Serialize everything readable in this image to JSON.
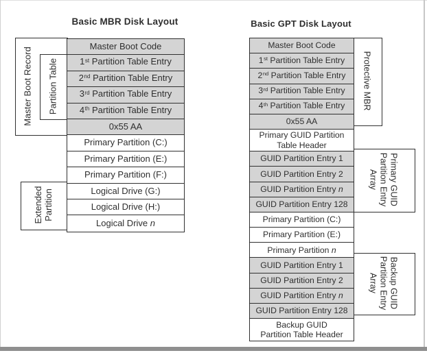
{
  "colors": {
    "row_gray": "#d4d4d4",
    "line": "#2f2f2f",
    "text": "#2e2e2e",
    "frame_bottom": "#8f8f8f",
    "frame_light": "#cfcfcf"
  },
  "mbr": {
    "title": "Basic MBR Disk Layout",
    "brackets": {
      "master_boot_record": "Master Boot Record",
      "partition_table": "Partition Table",
      "extended_partition_lines": [
        "Extended",
        "Partition"
      ]
    },
    "rows": [
      {
        "shade": "gray",
        "lines": [
          [
            {
              "t": "Master Boot Code"
            }
          ]
        ]
      },
      {
        "shade": "gray",
        "lines": [
          [
            {
              "t": "1"
            },
            {
              "t": "st",
              "sup": true
            },
            {
              "t": " Partition Table Entry"
            }
          ]
        ]
      },
      {
        "shade": "gray",
        "lines": [
          [
            {
              "t": "2"
            },
            {
              "t": "nd",
              "sup": true
            },
            {
              "t": " Partition Table Entry"
            }
          ]
        ]
      },
      {
        "shade": "gray",
        "lines": [
          [
            {
              "t": "3"
            },
            {
              "t": "rd",
              "sup": true
            },
            {
              "t": " Partition Table Entry"
            }
          ]
        ]
      },
      {
        "shade": "gray",
        "lines": [
          [
            {
              "t": "4"
            },
            {
              "t": "th",
              "sup": true
            },
            {
              "t": " Partition Table Entry"
            }
          ]
        ]
      },
      {
        "shade": "gray",
        "lines": [
          [
            {
              "t": "0x55 AA"
            }
          ]
        ]
      },
      {
        "shade": "white",
        "lines": [
          [
            {
              "t": "Primary Partition (C:)"
            }
          ]
        ]
      },
      {
        "shade": "white",
        "lines": [
          [
            {
              "t": "Primary Partition (E:)"
            }
          ]
        ]
      },
      {
        "shade": "white",
        "lines": [
          [
            {
              "t": "Primary Partition (F:)"
            }
          ]
        ]
      },
      {
        "shade": "white",
        "lines": [
          [
            {
              "t": "Logical Drive (G:)"
            }
          ]
        ]
      },
      {
        "shade": "white",
        "lines": [
          [
            {
              "t": "Logical Drive (H:)"
            }
          ]
        ]
      },
      {
        "shade": "white",
        "lines": [
          [
            {
              "t": "Logical Drive "
            },
            {
              "t": "n",
              "italic": true
            }
          ]
        ]
      }
    ]
  },
  "gpt": {
    "title": "Basic GPT Disk Layout",
    "brackets": {
      "protective_mbr": "Protective MBR",
      "primary_array_lines": [
        "Primary GUID",
        "Partition Entry",
        "Array"
      ],
      "backup_array_lines": [
        "Backup GUID",
        "Partition Entry",
        "Array"
      ]
    },
    "rows": [
      {
        "shade": "gray",
        "lines": [
          [
            {
              "t": "Master Boot Code"
            }
          ]
        ]
      },
      {
        "shade": "gray",
        "lines": [
          [
            {
              "t": "1"
            },
            {
              "t": "st",
              "sup": true
            },
            {
              "t": " Partition Table Entry"
            }
          ]
        ]
      },
      {
        "shade": "gray",
        "lines": [
          [
            {
              "t": "2"
            },
            {
              "t": "nd",
              "sup": true
            },
            {
              "t": " Partition Table Entry"
            }
          ]
        ]
      },
      {
        "shade": "gray",
        "lines": [
          [
            {
              "t": "3"
            },
            {
              "t": "rd",
              "sup": true
            },
            {
              "t": " Partition Table Entry"
            }
          ]
        ]
      },
      {
        "shade": "gray",
        "lines": [
          [
            {
              "t": "4"
            },
            {
              "t": "th",
              "sup": true
            },
            {
              "t": " Partition Table Entry"
            }
          ]
        ]
      },
      {
        "shade": "gray",
        "lines": [
          [
            {
              "t": "0x55 AA"
            }
          ]
        ]
      },
      {
        "shade": "white",
        "lines": [
          [
            {
              "t": "Primary GUID Partition"
            }
          ],
          [
            {
              "t": "Table Header"
            }
          ]
        ]
      },
      {
        "shade": "gray",
        "lines": [
          [
            {
              "t": "GUID Partition Entry 1"
            }
          ]
        ]
      },
      {
        "shade": "gray",
        "lines": [
          [
            {
              "t": "GUID Partition Entry 2"
            }
          ]
        ]
      },
      {
        "shade": "gray",
        "lines": [
          [
            {
              "t": "GUID Partition Entry "
            },
            {
              "t": "n",
              "italic": true
            }
          ]
        ]
      },
      {
        "shade": "gray",
        "lines": [
          [
            {
              "t": "GUID Partition Entry 128"
            }
          ]
        ]
      },
      {
        "shade": "white",
        "lines": [
          [
            {
              "t": "Primary Partition (C:)"
            }
          ]
        ]
      },
      {
        "shade": "white",
        "lines": [
          [
            {
              "t": "Primary Partition (E:)"
            }
          ]
        ]
      },
      {
        "shade": "white",
        "lines": [
          [
            {
              "t": "Primary Partition "
            },
            {
              "t": "n",
              "italic": true
            }
          ]
        ]
      },
      {
        "shade": "gray",
        "lines": [
          [
            {
              "t": "GUID Partition Entry 1"
            }
          ]
        ]
      },
      {
        "shade": "gray",
        "lines": [
          [
            {
              "t": "GUID Partition Entry 2"
            }
          ]
        ]
      },
      {
        "shade": "gray",
        "lines": [
          [
            {
              "t": "GUID Partition Entry "
            },
            {
              "t": "n",
              "italic": true
            }
          ]
        ]
      },
      {
        "shade": "gray",
        "lines": [
          [
            {
              "t": "GUID Partition Entry 128"
            }
          ]
        ]
      },
      {
        "shade": "white",
        "lines": [
          [
            {
              "t": "Backup GUID"
            }
          ],
          [
            {
              "t": "Partition Table Header"
            }
          ]
        ]
      }
    ]
  }
}
